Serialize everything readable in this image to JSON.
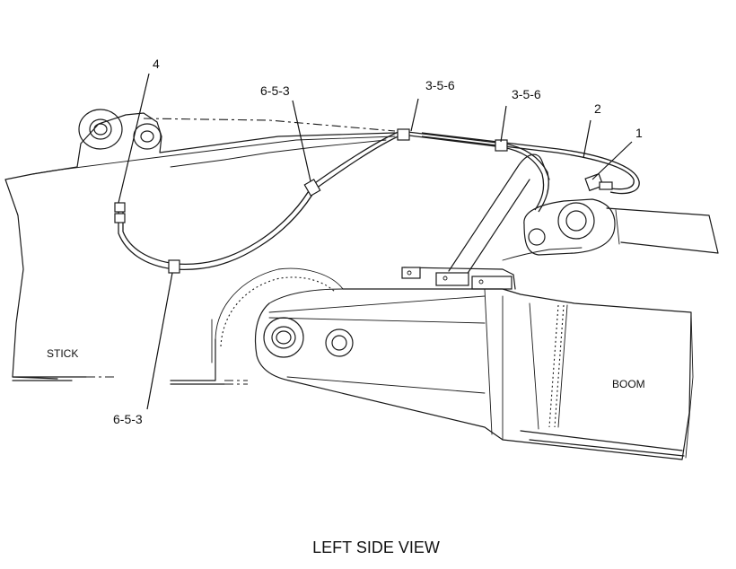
{
  "diagram": {
    "caption": "LEFT SIDE VIEW",
    "part_labels": {
      "stick": "STICK",
      "boom": "BOOM"
    },
    "callouts": [
      {
        "id": "callout-1",
        "text": "1"
      },
      {
        "id": "callout-2",
        "text": "2"
      },
      {
        "id": "callout-3-5-6-a",
        "text": "3-5-6"
      },
      {
        "id": "callout-3-5-6-b",
        "text": "3-5-6"
      },
      {
        "id": "callout-4",
        "text": "4"
      },
      {
        "id": "callout-6-5-3-top",
        "text": "6-5-3"
      },
      {
        "id": "callout-6-5-3-bottom",
        "text": "6-5-3"
      }
    ]
  }
}
